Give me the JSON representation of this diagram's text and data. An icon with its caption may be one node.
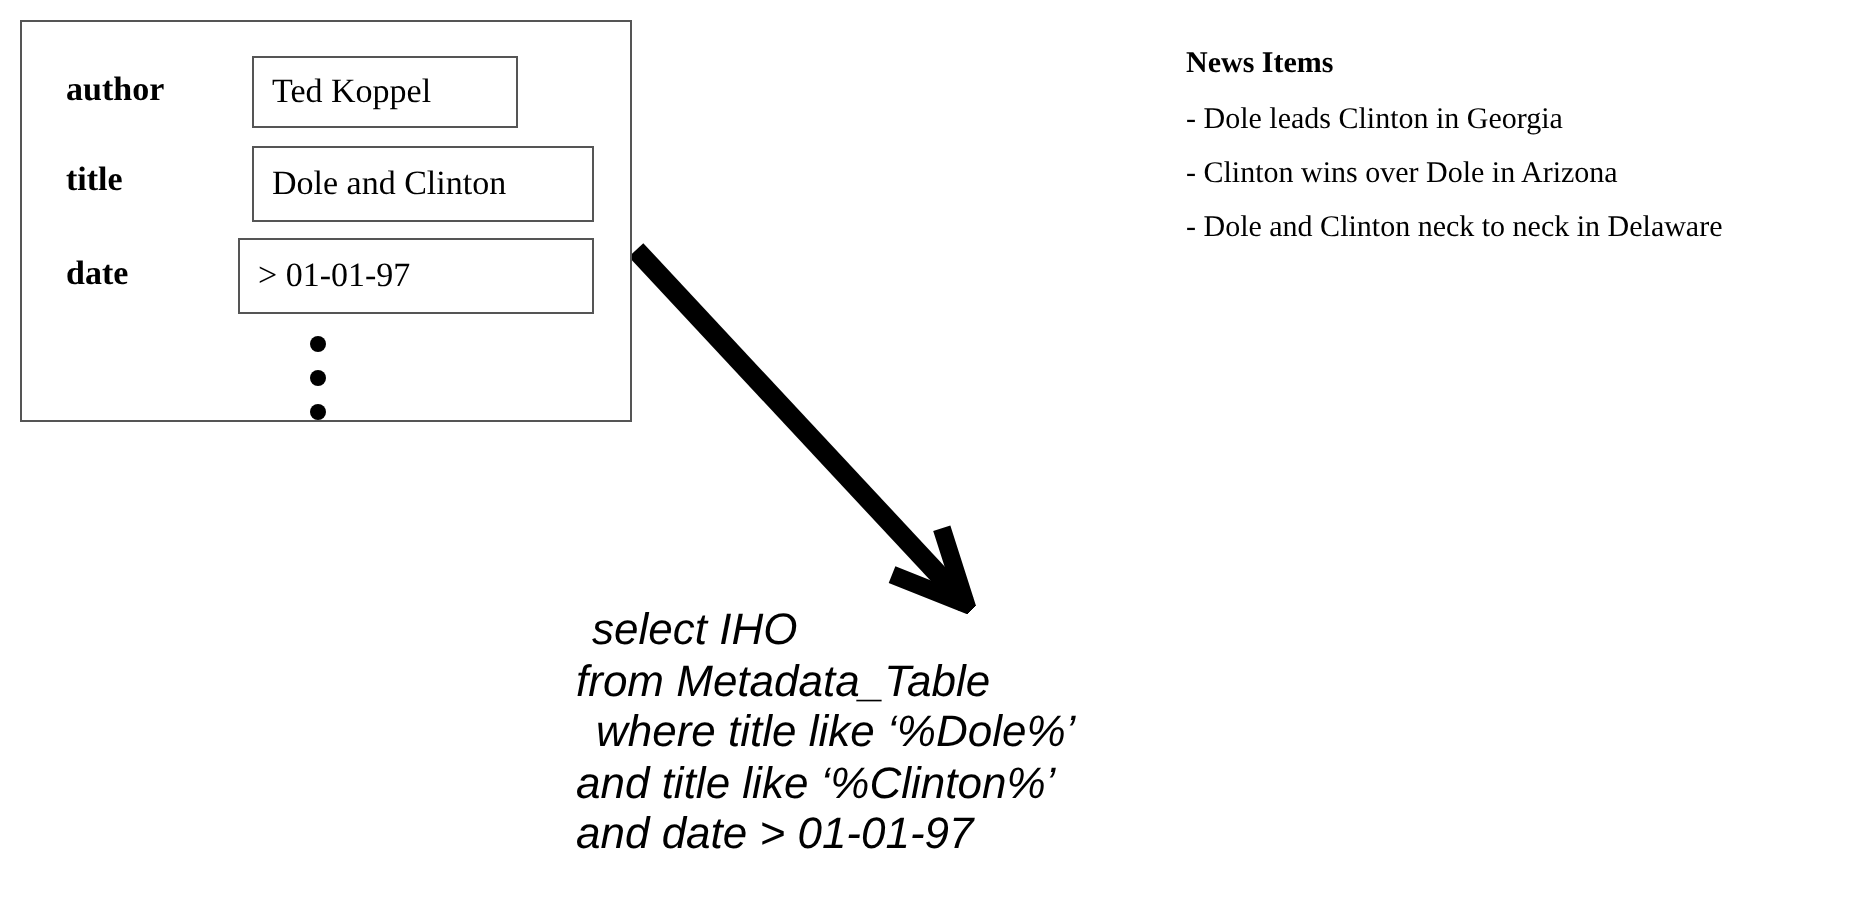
{
  "diagram": {
    "nodes": [
      {
        "text": [
          "author",
          "title",
          "date"
        ]
      },
      {
        "text": [
          "Ted Koppel"
        ],
        "in": 0
      },
      {
        "text": [
          "Dole and Clinton"
        ],
        "in": 0
      },
      {
        "text": [
          "> 01-01-97"
        ],
        "in": 0
      },
      {
        "text": [
          "select IHO",
          "from Metadata_Table",
          "where title like ‘%Dole%’",
          "and title like ‘%Clinton%’",
          "and date > 01-01-97"
        ]
      }
    ],
    "edges": [
      {
        "from": 0,
        "to": 4,
        "arrow": "to"
      }
    ],
    "labels": [
      "News Items",
      "- Dole leads Clinton in Georgia",
      "- Clinton wins over Dole in Arizona",
      "- Dole and Clinton neck to neck in Delaware"
    ]
  }
}
